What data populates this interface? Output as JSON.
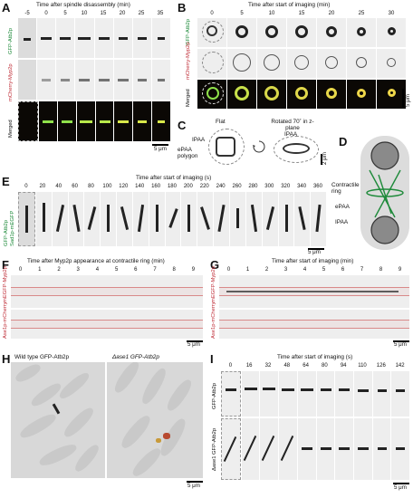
{
  "panels": {
    "A": {
      "label": "A",
      "title": "Time after spindle disassembly (min)",
      "ticks": [
        "-5",
        "0",
        "5",
        "10",
        "15",
        "20",
        "25",
        "35"
      ],
      "rows": [
        "GFP-Atb2p",
        "mCherry-Myp2p",
        "Merged"
      ],
      "scale": "5 μm"
    },
    "B": {
      "label": "B",
      "title": "Time after start of imaging (min)",
      "ticks": [
        "0",
        "5",
        "10",
        "15",
        "20",
        "25",
        "30"
      ],
      "rows": [
        "GFP-Atb2p",
        "mCherry-Myp2p",
        "Merged"
      ],
      "scale": "5 μm"
    },
    "C": {
      "label": "C",
      "flat": "Flat",
      "rotated": "Rotated 70˚ in z-plane",
      "ipaa": "IPAA",
      "epaa": "ePAA polygon",
      "ipaa2": "IPAA",
      "scale": "2 μm"
    },
    "D": {
      "label": "D",
      "ring": "Contractile ring",
      "epaa": "ePAA",
      "ipaa": "IPAA"
    },
    "E": {
      "label": "E",
      "title": "Time after start of imaging (s)",
      "ticks": [
        "0",
        "20",
        "40",
        "60",
        "80",
        "100",
        "120",
        "140",
        "160",
        "180",
        "200",
        "220",
        "240",
        "260",
        "280",
        "300",
        "320",
        "340",
        "360"
      ],
      "rows": [
        "GFP-Atb2p",
        "Sad1p-mEGFP"
      ],
      "scale": "5 μm"
    },
    "F": {
      "label": "F",
      "title": "Time after Myp2p appearance at contractile ring (min)",
      "ticks": [
        "0",
        "1",
        "2",
        "3",
        "4",
        "5",
        "6",
        "7",
        "8",
        "9"
      ],
      "rows": [
        "mEGFP-Myp2p",
        "Ase1p-mCherry"
      ],
      "scale": "5 μm"
    },
    "G": {
      "label": "G",
      "title": "Time after start of imaging (min)",
      "ticks": [
        "0",
        "1",
        "2",
        "3",
        "4",
        "5",
        "6",
        "7",
        "8",
        "9"
      ],
      "rows": [
        "mEGFP-Myp2p",
        "Ase1p-mCherry"
      ],
      "scale": "5 μm"
    },
    "H": {
      "label": "H",
      "wt": "Wild type GFP-Atb2p",
      "mut": "Δase1 GFP-Atb2p",
      "scale": "5 μm"
    },
    "I": {
      "label": "I",
      "title": "Time after start of imaging (s)",
      "ticks": [
        "0",
        "16",
        "32",
        "48",
        "64",
        "80",
        "94",
        "110",
        "126",
        "142"
      ],
      "rows": [
        "GFP-Atb2p",
        "Δase1 GFP-Atb2p"
      ],
      "scale": "5 μm"
    }
  }
}
